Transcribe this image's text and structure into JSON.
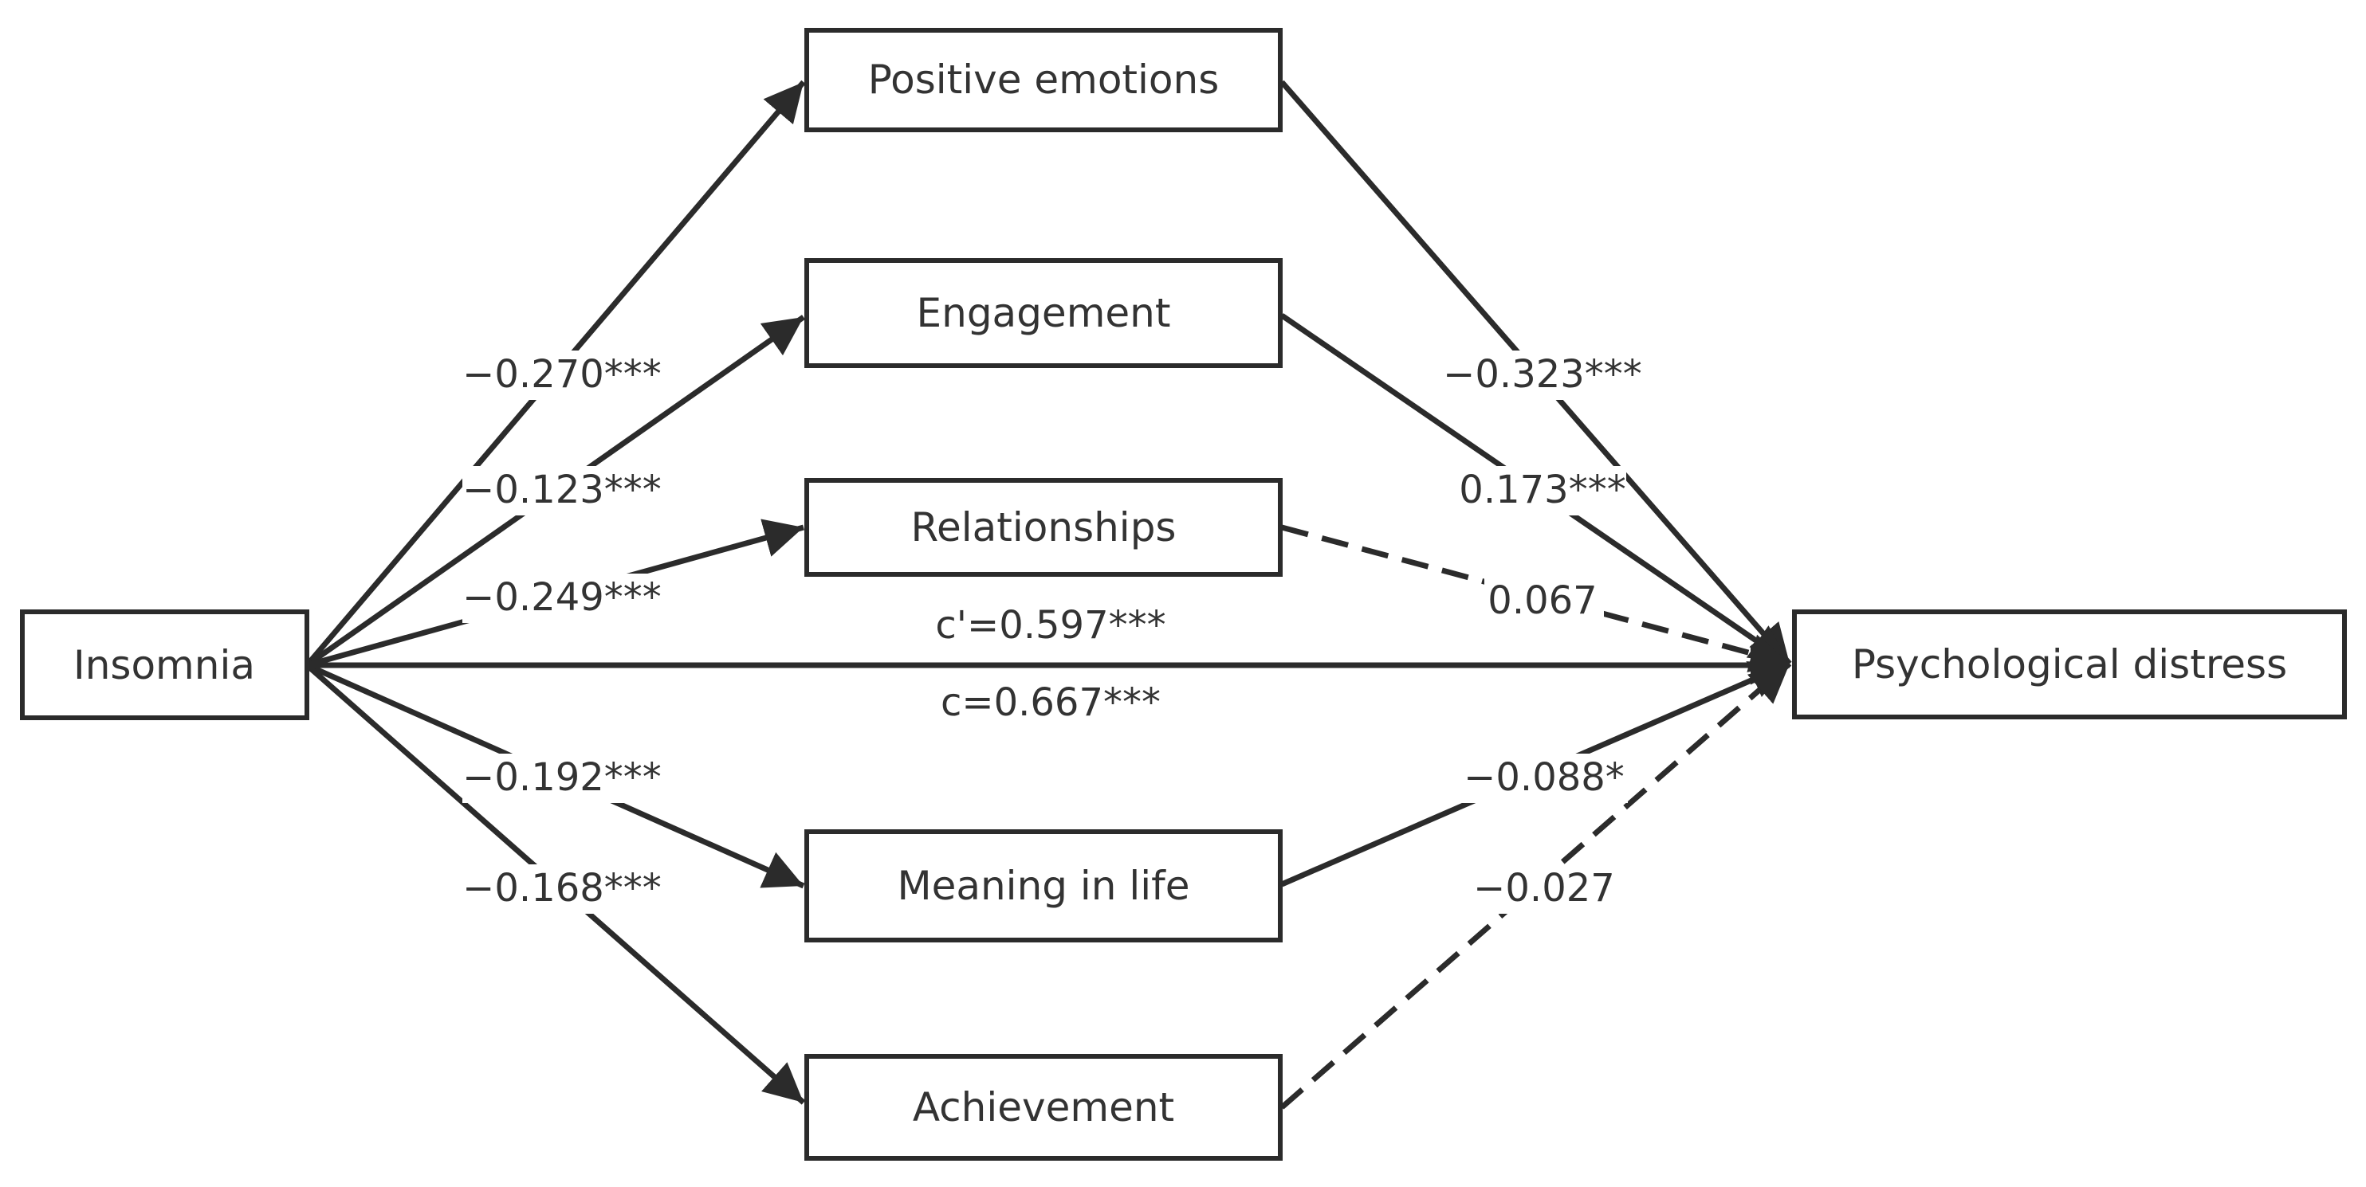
{
  "nodes": {
    "insomnia": "Insomnia",
    "positive_emotions": "Positive emotions",
    "engagement": "Engagement",
    "relationships": "Relationships",
    "meaning_in_life": "Meaning in life",
    "achievement": "Achievement",
    "psychological_distress": "Psychological distress"
  },
  "paths": {
    "a_positive_emotions": "−0.270***",
    "a_engagement": "−0.123***",
    "a_relationships": "−0.249***",
    "a_meaning_in_life": "−0.192***",
    "a_achievement": "−0.168***",
    "b_positive_emotions": "−0.323***",
    "b_engagement": "0.173***",
    "b_relationships": "0.067",
    "b_meaning_in_life": "−0.088*",
    "b_achievement": "−0.027",
    "direct_effect": "c'=0.597***",
    "total_effect": "c=0.667***"
  },
  "colors": {
    "stroke": "#2b2b2b",
    "text": "#333333",
    "background": "#ffffff"
  }
}
